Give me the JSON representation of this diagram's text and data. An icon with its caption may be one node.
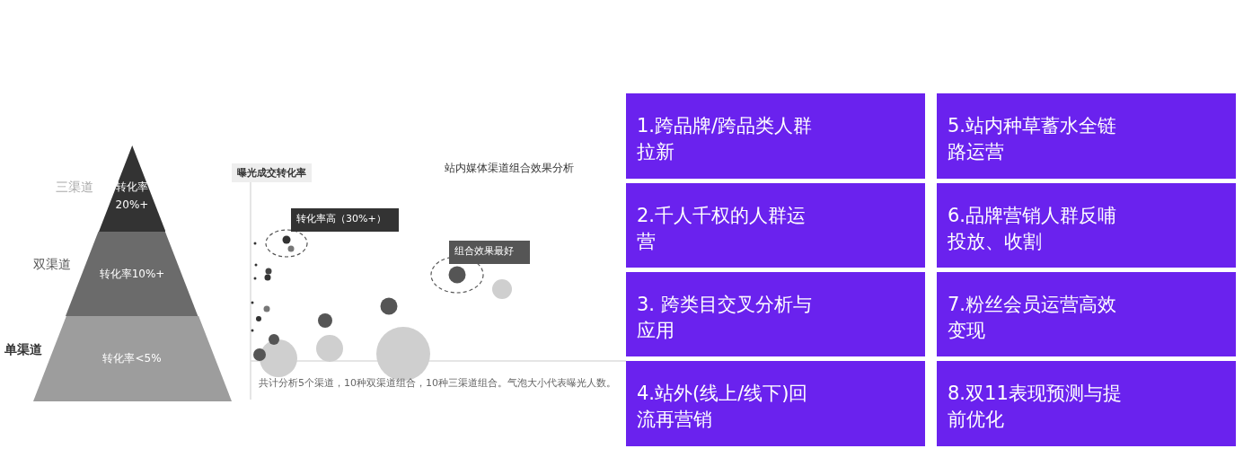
{
  "diagram": {
    "nodes": [
      {
        "text": [
          "转化率20%+"
        ],
        "beside": [
          "三渠道"
        ]
      },
      {
        "text": [
          "转化率10%+"
        ],
        "beside": [
          "双渠道"
        ]
      },
      {
        "text": [
          "转化率<5%"
        ],
        "beside": [
          "单渠道"
        ]
      },
      {
        "text": [
          "转化率高（30%+）"
        ]
      },
      {
        "text": [
          "组合效果最好"
        ]
      },
      {
        "text": [
          "1.跨品牌/跨品类人群拉新"
        ]
      },
      {
        "text": [
          "2.千人千权的人群运营"
        ]
      },
      {
        "text": [
          "3. 跨类目交叉分析与应用"
        ]
      },
      {
        "text": [
          "4.站外(线上/线下)回流再营销"
        ]
      },
      {
        "text": [
          "5.站内种草蓄水全链路运营"
        ]
      },
      {
        "text": [
          "6.品牌营销人群反哺投放、收割"
        ]
      },
      {
        "text": [
          "7.粉丝会员运营高效变现"
        ]
      },
      {
        "text": [
          "8.双11表现预测与提前优化"
        ]
      }
    ],
    "labels": [
      "曝光成交转化率",
      "站内媒体渠道组合效果分析",
      "共计分析5个渠道，10种双渠道组合，10种三渠道组合。气泡大小代表曝光人数。"
    ]
  }
}
